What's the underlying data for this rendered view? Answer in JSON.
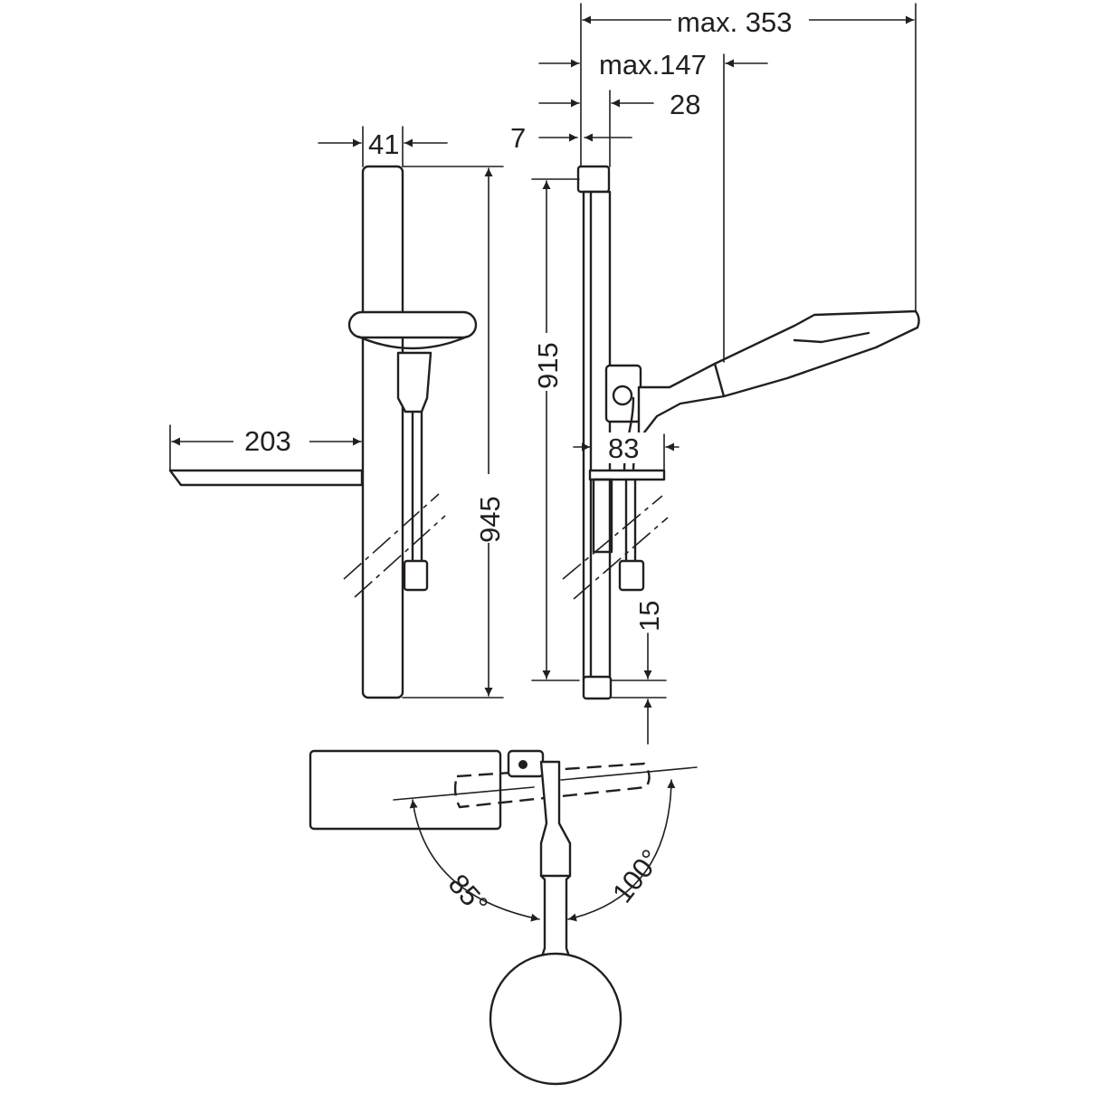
{
  "dimensions": {
    "max_353": "max. 353",
    "max_147": "max.147",
    "d28": "28",
    "d7": "7",
    "d41": "41",
    "d945": "945",
    "d915": "915",
    "d203": "203",
    "d83": "83",
    "d15": "15",
    "angle_85": "85°",
    "angle_100": "100°"
  },
  "colors": {
    "line": "#231f20",
    "background": "#ffffff"
  }
}
